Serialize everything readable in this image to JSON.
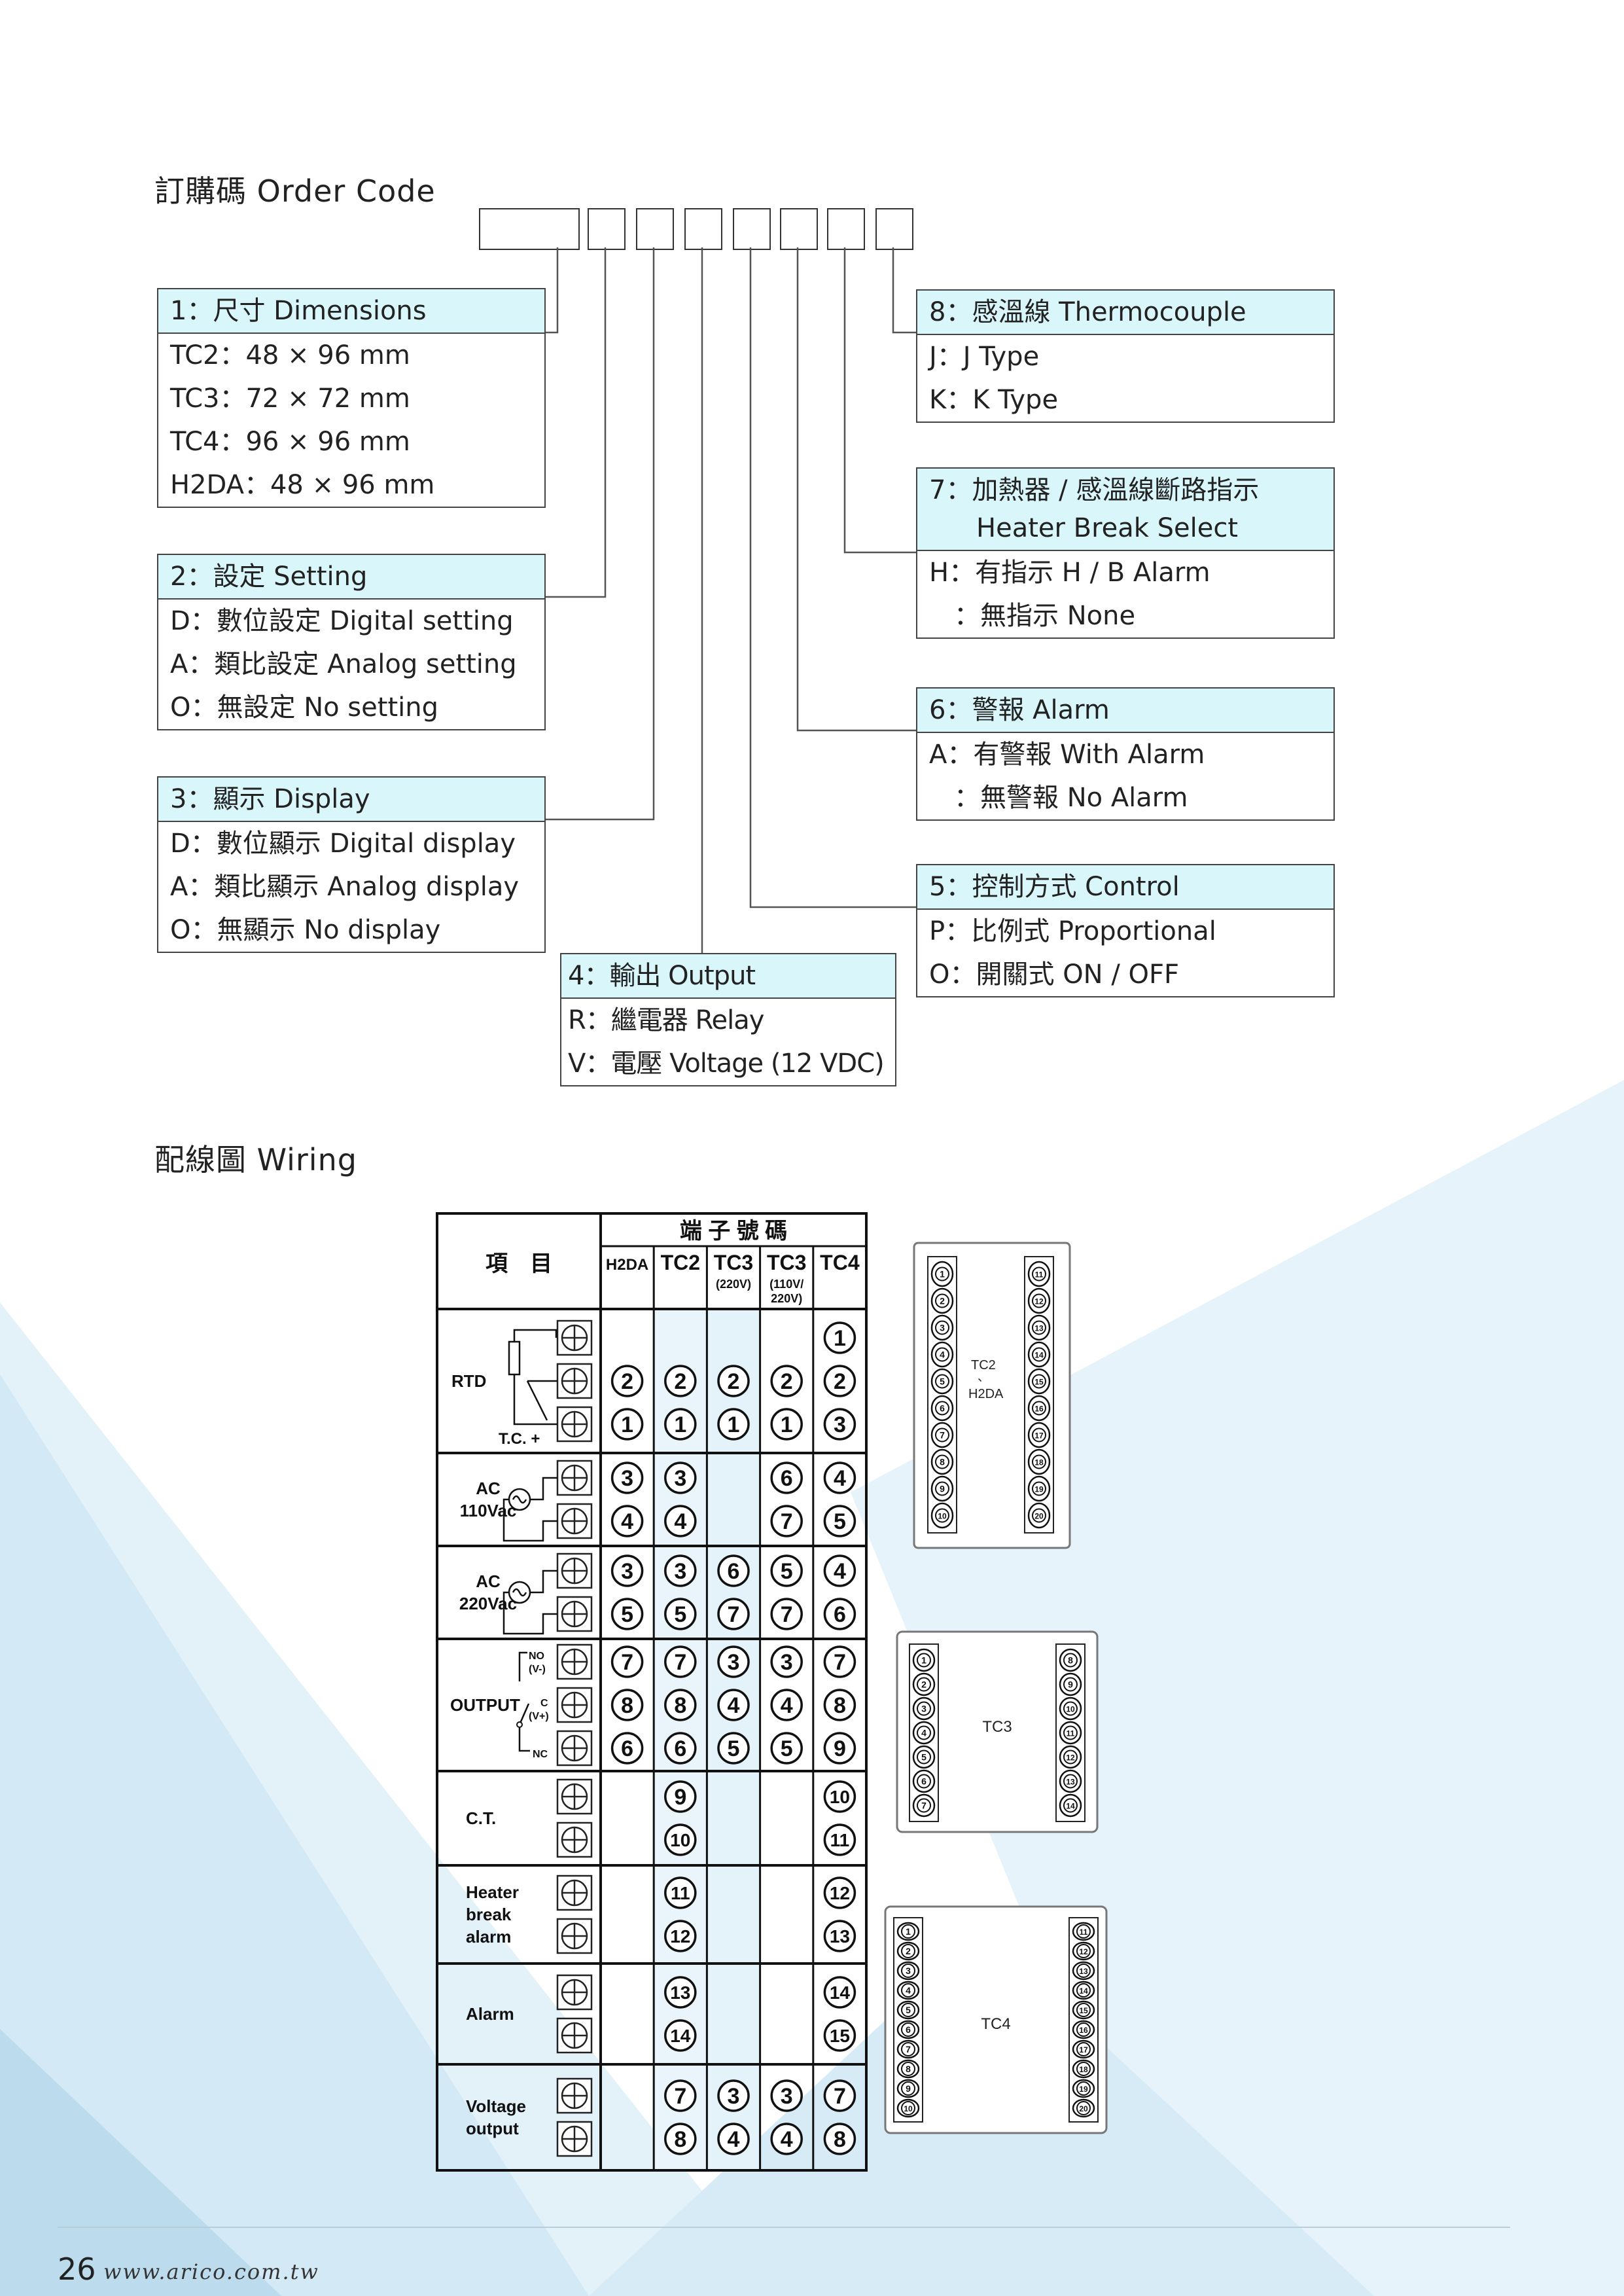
{
  "order_code": {
    "heading": "訂購碼 Order Code",
    "box1": {
      "header": "1：尺寸 Dimensions",
      "rows": [
        "TC2：48 × 96 mm",
        "TC3：72 × 72 mm",
        "TC4：96 × 96 mm",
        "H2DA：48 × 96 mm"
      ]
    },
    "box2": {
      "header": "2：設定 Setting",
      "rows": [
        "D：數位設定 Digital setting",
        "A：類比設定 Analog setting",
        "O：無設定 No setting"
      ]
    },
    "box3": {
      "header": "3：顯示 Display",
      "rows": [
        "D：數位顯示 Digital display",
        "A：類比顯示 Analog display",
        "O：無顯示 No display"
      ]
    },
    "box4": {
      "header": "4：輸出 Output",
      "rows": [
        "R：繼電器 Relay",
        "V：電壓 Voltage (12 VDC)"
      ]
    },
    "box5": {
      "header": "5：控制方式 Control",
      "rows": [
        "P：比例式 Proportional",
        "O：開關式 ON / OFF"
      ]
    },
    "box6": {
      "header": "6：警報 Alarm",
      "rows": [
        "A：有警報 With Alarm",
        "：無警報 No Alarm"
      ]
    },
    "box7": {
      "header_line1": "7：加熱器 / 感溫線斷路指示",
      "header_line2": "Heater Break Select",
      "rows": [
        "H：有指示 H / B Alarm",
        "：無指示 None"
      ]
    },
    "box8": {
      "header": "8：感溫線 Thermocouple",
      "rows": [
        "J：J Type",
        "K：K Type"
      ]
    }
  },
  "wiring": {
    "heading": "配線圖 Wiring",
    "table": {
      "item_header": "項　目",
      "terminal_header": "端 子 號 碼",
      "columns": [
        "H2DA",
        "TC2",
        "TC3",
        "TC3",
        "TC4"
      ],
      "column_subs": [
        "",
        "",
        "(220V)",
        "(110V/ 220V)",
        ""
      ],
      "rows": [
        {
          "label": "RTD",
          "sublabel": "T.C. +",
          "cells": [
            [
              "",
              "2",
              "1"
            ],
            [
              "",
              "2",
              "1"
            ],
            [
              "",
              "2",
              "1"
            ],
            [
              "",
              "2",
              "1"
            ],
            [
              "1",
              "2",
              "3"
            ]
          ]
        },
        {
          "label": "AC 110Vac",
          "cells": [
            [
              "3",
              "4"
            ],
            [
              "3",
              "4"
            ],
            [
              "",
              ""
            ],
            [
              "6",
              "7"
            ],
            [
              "4",
              "5"
            ]
          ]
        },
        {
          "label": "AC 220Vac",
          "cells": [
            [
              "3",
              "5"
            ],
            [
              "3",
              "5"
            ],
            [
              "6",
              "7"
            ],
            [
              "5",
              "7"
            ],
            [
              "4",
              "6"
            ]
          ]
        },
        {
          "label": "OUTPUT",
          "output_labels": [
            "NO (V-)",
            "C (V+)",
            "NC"
          ],
          "cells": [
            [
              "7",
              "8",
              "6"
            ],
            [
              "7",
              "8",
              "6"
            ],
            [
              "3",
              "4",
              "5"
            ],
            [
              "3",
              "4",
              "5"
            ],
            [
              "7",
              "8",
              "9"
            ]
          ]
        },
        {
          "label": "C.T.",
          "cells": [
            [
              "",
              ""
            ],
            [
              "9",
              "10"
            ],
            [
              "",
              ""
            ],
            [
              "",
              ""
            ],
            [
              "10",
              "11"
            ]
          ]
        },
        {
          "label": "Heater break alarm",
          "cells": [
            [
              "",
              ""
            ],
            [
              "11",
              "12"
            ],
            [
              "",
              ""
            ],
            [
              "",
              ""
            ],
            [
              "12",
              "13"
            ]
          ]
        },
        {
          "label": "Alarm",
          "cells": [
            [
              "",
              ""
            ],
            [
              "13",
              "14"
            ],
            [
              "",
              ""
            ],
            [
              "",
              ""
            ],
            [
              "14",
              "15"
            ]
          ]
        },
        {
          "label": "Voltage output",
          "cells": [
            [
              "",
              ""
            ],
            [
              "7",
              "8"
            ],
            [
              "3",
              "4"
            ],
            [
              "3",
              "4"
            ],
            [
              "7",
              "8"
            ]
          ]
        }
      ]
    },
    "panels": {
      "tc2": {
        "label_line1": "TC2",
        "label_line2": "、",
        "label_line3": "H2DA",
        "left": [
          "1",
          "2",
          "3",
          "4",
          "5",
          "6",
          "7",
          "8",
          "9",
          "10"
        ],
        "right": [
          "11",
          "12",
          "13",
          "14",
          "15",
          "16",
          "17",
          "18",
          "19",
          "20"
        ]
      },
      "tc3": {
        "label": "TC3",
        "left": [
          "1",
          "2",
          "3",
          "4",
          "5",
          "6",
          "7"
        ],
        "right": [
          "8",
          "9",
          "10",
          "11",
          "12",
          "13",
          "14"
        ]
      },
      "tc4": {
        "label": "TC4",
        "left": [
          "1",
          "2",
          "3",
          "4",
          "5",
          "6",
          "7",
          "8",
          "9",
          "10"
        ],
        "right": [
          "11",
          "12",
          "13",
          "14",
          "15",
          "16",
          "17",
          "18",
          "19",
          "20"
        ]
      }
    }
  },
  "footer": {
    "page_number": "26",
    "url": "www.arico.com.tw"
  },
  "colors": {
    "header_fill": "#d9f7fb",
    "line": "#444444",
    "bg_blue": "#cfe8f5"
  }
}
